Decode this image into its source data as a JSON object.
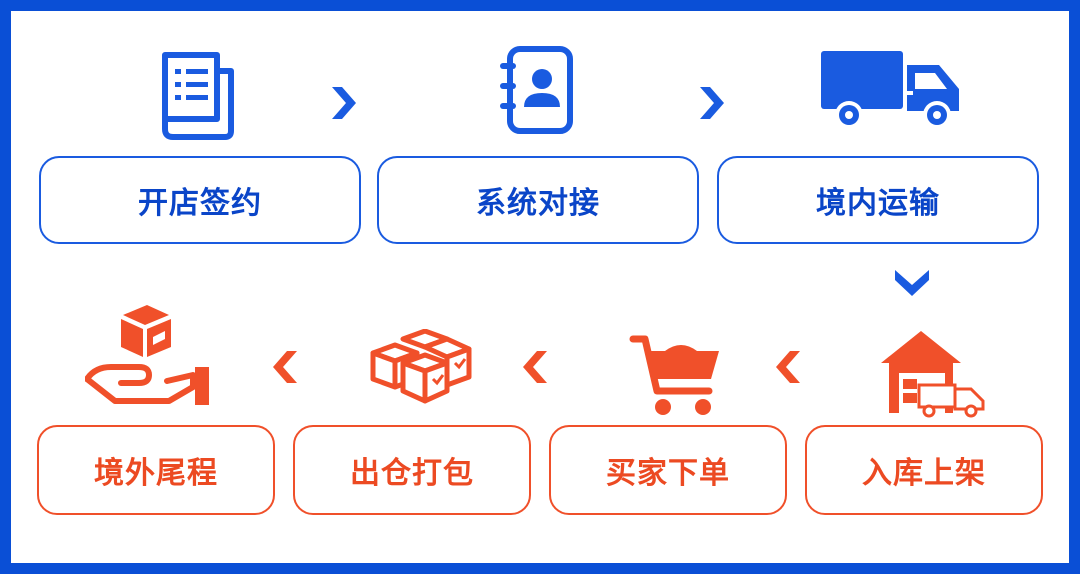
{
  "colors": {
    "blue": "#1a5be0",
    "red": "#f0502a",
    "border": "#0a4fd6"
  },
  "steps": [
    {
      "label": "开店签约",
      "icon": "document-list-icon",
      "row": "top",
      "color": "blue"
    },
    {
      "label": "系统对接",
      "icon": "contact-book-icon",
      "row": "top",
      "color": "blue"
    },
    {
      "label": "境内运输",
      "icon": "truck-icon",
      "row": "top",
      "color": "blue"
    },
    {
      "label": "入库上架",
      "icon": "warehouse-icon",
      "row": "bottom",
      "color": "red"
    },
    {
      "label": "买家下单",
      "icon": "shopping-cart-icon",
      "row": "bottom",
      "color": "red"
    },
    {
      "label": "出仓打包",
      "icon": "boxes-stack-icon",
      "row": "bottom",
      "color": "red"
    },
    {
      "label": "境外尾程",
      "icon": "hand-package-icon",
      "row": "bottom",
      "color": "red"
    }
  ],
  "flow_arrows": [
    "right",
    "right",
    "down",
    "left",
    "left",
    "left"
  ]
}
